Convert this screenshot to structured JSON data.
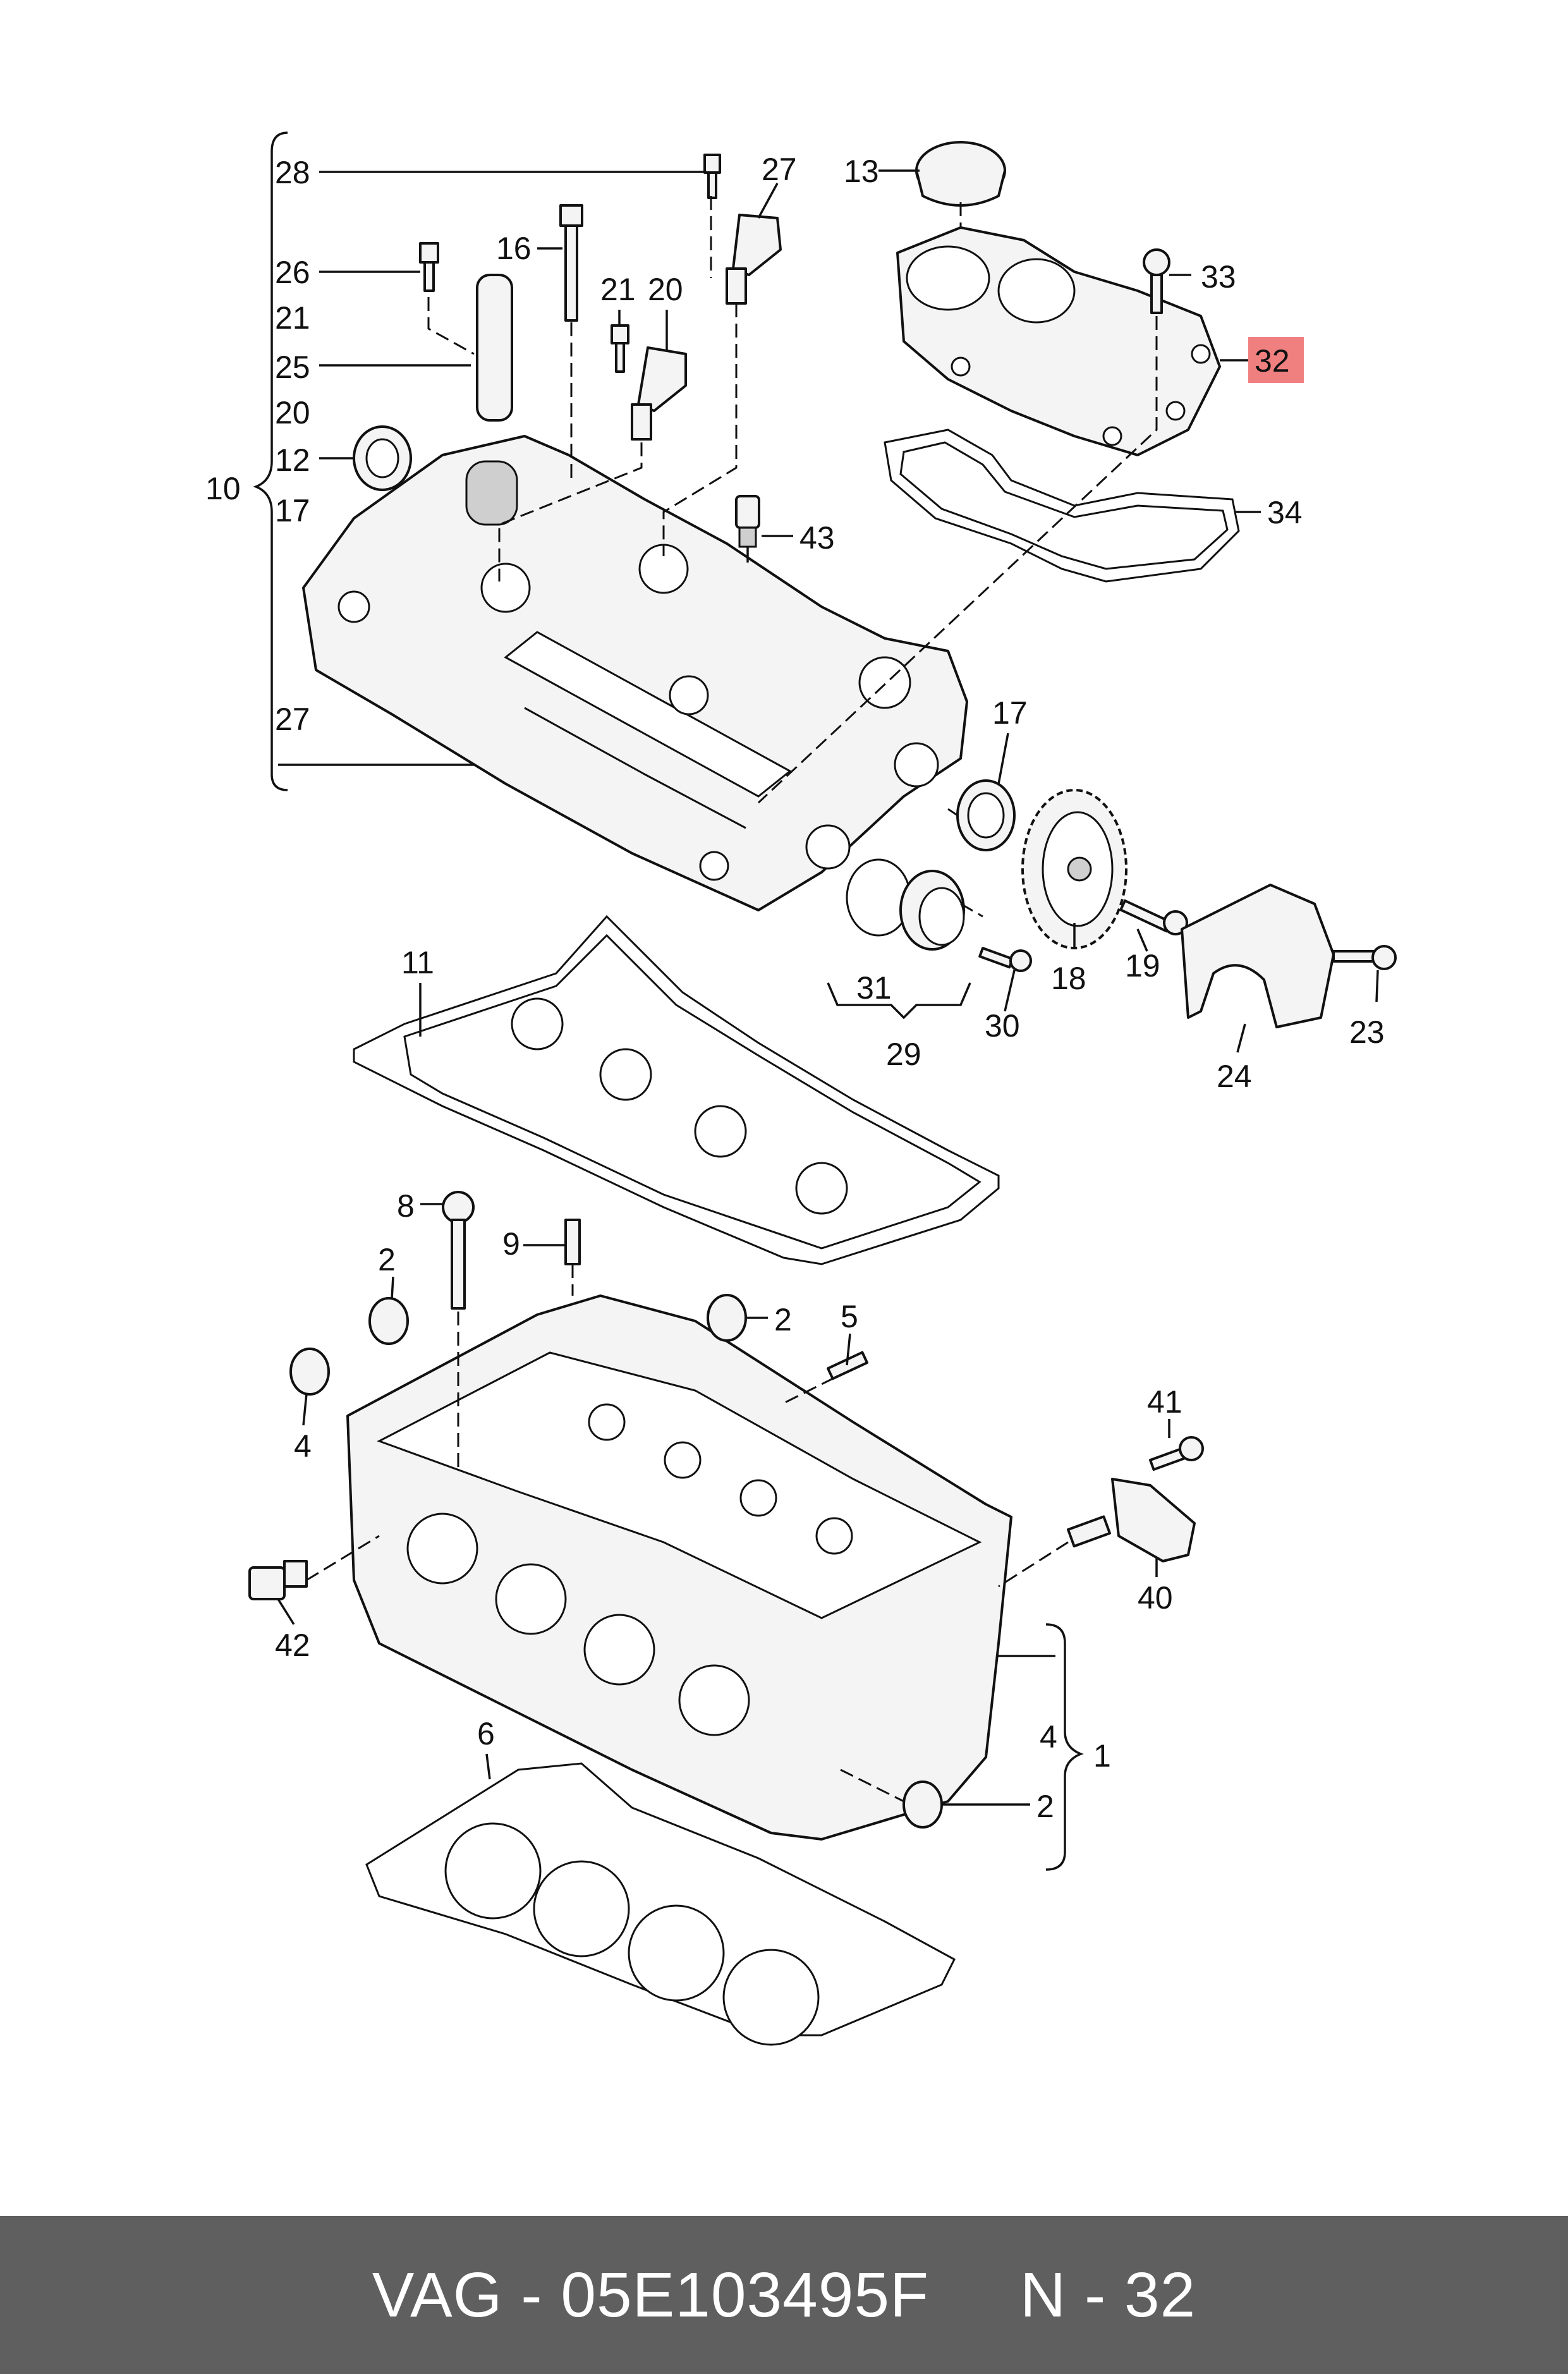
{
  "diagram": {
    "labels": [
      {
        "id": "c28",
        "text": "28"
      },
      {
        "id": "c27a",
        "text": "27"
      },
      {
        "id": "c13",
        "text": "13"
      },
      {
        "id": "c16",
        "text": "16"
      },
      {
        "id": "c26",
        "text": "26"
      },
      {
        "id": "c21a",
        "text": "21"
      },
      {
        "id": "c21b",
        "text": "21"
      },
      {
        "id": "c20a",
        "text": "20"
      },
      {
        "id": "c25",
        "text": "25"
      },
      {
        "id": "c20b",
        "text": "20"
      },
      {
        "id": "c12",
        "text": "12"
      },
      {
        "id": "c10",
        "text": "10"
      },
      {
        "id": "c17a",
        "text": "17"
      },
      {
        "id": "c27b",
        "text": "27"
      },
      {
        "id": "c33",
        "text": "33"
      },
      {
        "id": "c32",
        "text": "32"
      },
      {
        "id": "c34",
        "text": "34"
      },
      {
        "id": "c43",
        "text": "43"
      },
      {
        "id": "c17b",
        "text": "17"
      },
      {
        "id": "c11",
        "text": "11"
      },
      {
        "id": "c31",
        "text": "31"
      },
      {
        "id": "c30",
        "text": "30"
      },
      {
        "id": "c29",
        "text": "29"
      },
      {
        "id": "c18",
        "text": "18"
      },
      {
        "id": "c19",
        "text": "19"
      },
      {
        "id": "c23",
        "text": "23"
      },
      {
        "id": "c24",
        "text": "24"
      },
      {
        "id": "c8",
        "text": "8"
      },
      {
        "id": "c9",
        "text": "9"
      },
      {
        "id": "c2a",
        "text": "2"
      },
      {
        "id": "c2b",
        "text": "2"
      },
      {
        "id": "c5",
        "text": "5"
      },
      {
        "id": "c4a",
        "text": "4"
      },
      {
        "id": "c41",
        "text": "41"
      },
      {
        "id": "c40",
        "text": "40"
      },
      {
        "id": "c42",
        "text": "42"
      },
      {
        "id": "c6",
        "text": "6"
      },
      {
        "id": "c4b",
        "text": "4"
      },
      {
        "id": "c1",
        "text": "1"
      },
      {
        "id": "c2c",
        "text": "2"
      }
    ],
    "highlight_color": "#f08080"
  },
  "footer": {
    "brand": "VAG",
    "separator": " - ",
    "part_number": "05E103495F",
    "position_label": "N - 32"
  }
}
